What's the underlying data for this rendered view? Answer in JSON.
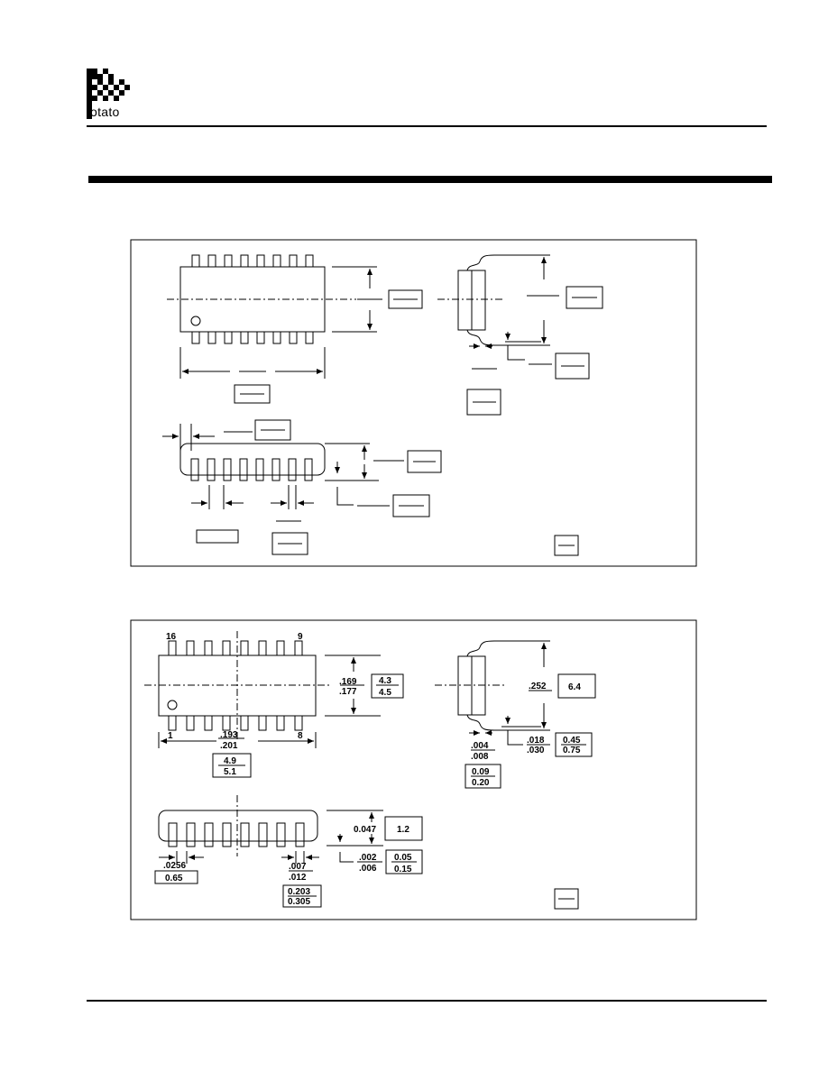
{
  "header": {
    "logo_text": "otato",
    "logo_initial": "P"
  },
  "figure2": {
    "pin_top_left": "16",
    "pin_top_right": "9",
    "pin_bottom_left": "1",
    "pin_bottom_right": "8",
    "body_width_in": {
      "min": ".169",
      "max": ".177"
    },
    "body_width_mm": {
      "min": "4.3",
      "max": "4.5"
    },
    "overall_width_in": ".252",
    "overall_width_mm": "6.4",
    "lead_foot_in": {
      "min": ".018",
      "max": ".030"
    },
    "lead_foot_mm": {
      "min": "0.45",
      "max": "0.75"
    },
    "lead_thick_in": {
      "min": ".004",
      "max": ".008"
    },
    "lead_thick_mm": {
      "min": "0.09",
      "max": "0.20"
    },
    "body_length_in": {
      "min": ".193",
      "max": ".201"
    },
    "body_length_mm": {
      "min": "4.9",
      "max": "5.1"
    },
    "height_in": "0.047",
    "height_mm": "1.2",
    "standoff_in": {
      "min": ".002",
      "max": ".006"
    },
    "standoff_mm": {
      "min": "0.05",
      "max": "0.15"
    },
    "pitch_in": ".0256",
    "pitch_mm": "0.65",
    "lead_width_in": {
      "min": ".007",
      "max": ".012"
    },
    "lead_width_mm": {
      "min": "0.203",
      "max": "0.305"
    }
  }
}
